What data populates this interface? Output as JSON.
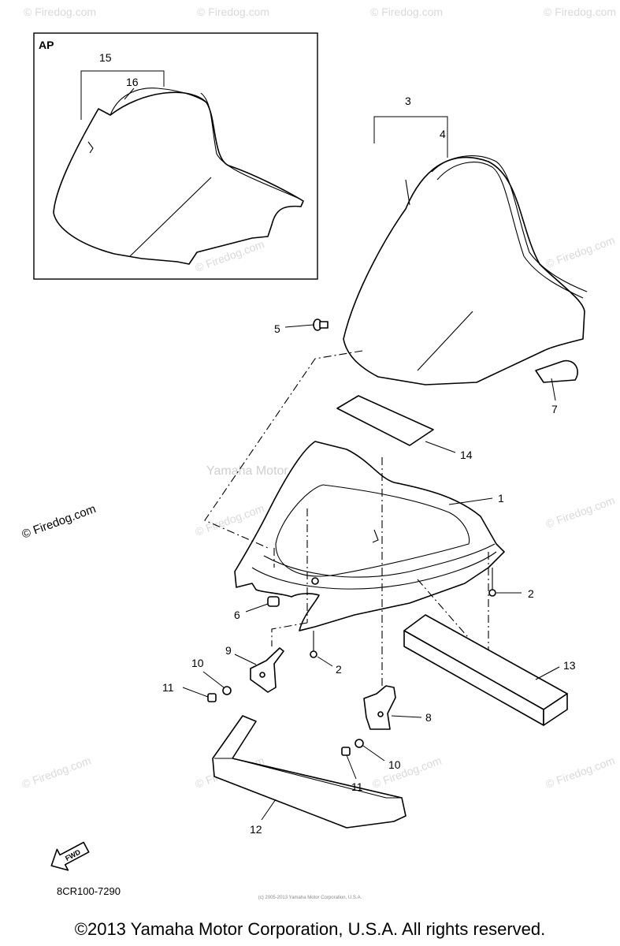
{
  "watermark": {
    "text": "© Firedog.com",
    "center_text": "Yamaha Motor Corp, U.S.A."
  },
  "inset": {
    "label": "AP"
  },
  "callouts": [
    {
      "id": "c1",
      "text": "1"
    },
    {
      "id": "c2a",
      "text": "2"
    },
    {
      "id": "c2b",
      "text": "2"
    },
    {
      "id": "c3",
      "text": "3"
    },
    {
      "id": "c4",
      "text": "4"
    },
    {
      "id": "c5",
      "text": "5"
    },
    {
      "id": "c6",
      "text": "6"
    },
    {
      "id": "c7",
      "text": "7"
    },
    {
      "id": "c8",
      "text": "8"
    },
    {
      "id": "c9",
      "text": "9"
    },
    {
      "id": "c10a",
      "text": "10"
    },
    {
      "id": "c10b",
      "text": "10"
    },
    {
      "id": "c11a",
      "text": "11"
    },
    {
      "id": "c11b",
      "text": "11"
    },
    {
      "id": "c12",
      "text": "12"
    },
    {
      "id": "c13",
      "text": "13"
    },
    {
      "id": "c14",
      "text": "14"
    },
    {
      "id": "c15",
      "text": "15"
    },
    {
      "id": "c16",
      "text": "16"
    }
  ],
  "fwd_label": "FWD",
  "diagram_code": "8CR100-7290",
  "tiny_copyright": "(c) 2005-2013 Yamaha Motor Corporation, U.S.A.",
  "footer": "©2013 Yamaha Motor Corporation, U.S.A. All rights reserved."
}
